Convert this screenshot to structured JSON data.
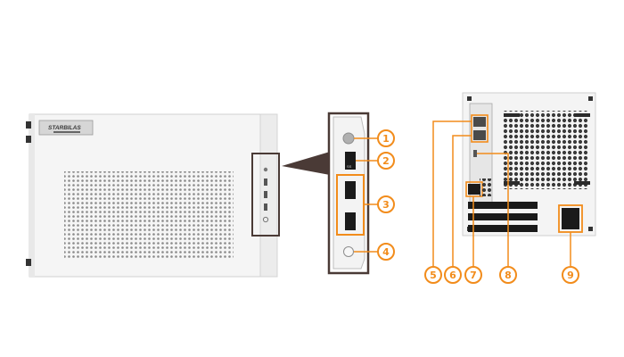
{
  "brand_label": "STARBILAS",
  "callouts": [
    {
      "id": "1",
      "label": "1"
    },
    {
      "id": "2",
      "label": "2"
    },
    {
      "id": "3",
      "label": "3"
    },
    {
      "id": "4",
      "label": "4"
    },
    {
      "id": "5",
      "label": "5"
    },
    {
      "id": "6",
      "label": "6"
    },
    {
      "id": "7",
      "label": "7"
    },
    {
      "id": "8",
      "label": "8"
    },
    {
      "id": "9",
      "label": "9"
    }
  ],
  "colors": {
    "accent": "#f28c1b",
    "frame": "#4a3a36",
    "case": "#f4f4f4",
    "edge": "#cfcfcf",
    "dark": "#1a1a1a"
  }
}
